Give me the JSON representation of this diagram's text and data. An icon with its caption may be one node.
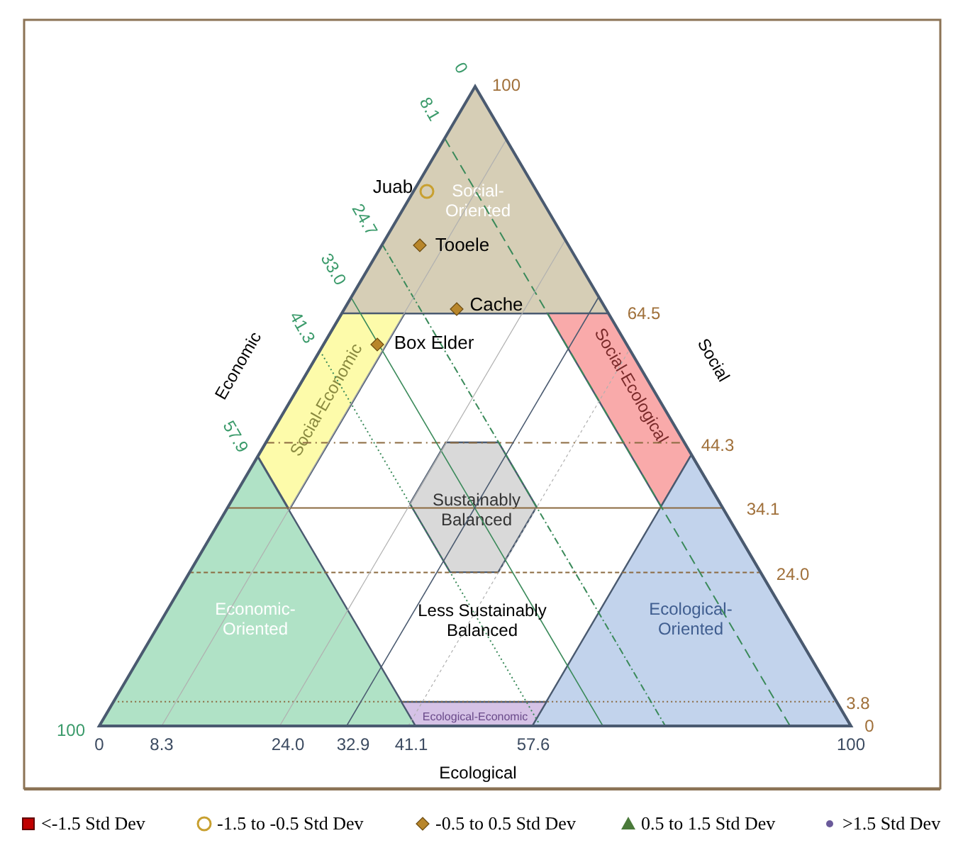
{
  "diagram": {
    "nodes": [
      {
        "text": [
          "Social-Oriented"
        ]
      },
      {
        "text": [
          "Social-Economic"
        ]
      },
      {
        "text": [
          "Social-Ecological"
        ]
      },
      {
        "text": [
          "Sustainably Balanced"
        ]
      },
      {
        "text": [
          "Economic-Oriented"
        ]
      },
      {
        "text": [
          "Ecological-Oriented"
        ]
      },
      {
        "text": [
          "Ecological-Economic"
        ]
      }
    ],
    "labels": [
      "0",
      "100",
      "Juab",
      "8.1",
      "Tooele",
      "24.7",
      "33.0",
      "Cache",
      "64.5",
      "41.3",
      "Box Elder",
      "Economic",
      "Social",
      "57.9",
      "44.3",
      "34.1",
      "Less Sustainably Balanced",
      "24.0",
      "3.8",
      "100",
      "0",
      "0",
      "8.3",
      "24.0",
      "32.9",
      "41.1",
      "57.6",
      "100",
      "Ecological"
    ],
    "legend": [
      {
        "text": "<-1.5 Std Dev"
      },
      {
        "text": "-1.5 to -0.5 Std Dev"
      },
      {
        "text": "-0.5 to 0.5 Std Dev"
      },
      {
        "text": "0.5 to 1.5 Std Dev"
      },
      {
        "text": ">1.5 Std Dev"
      }
    ]
  }
}
